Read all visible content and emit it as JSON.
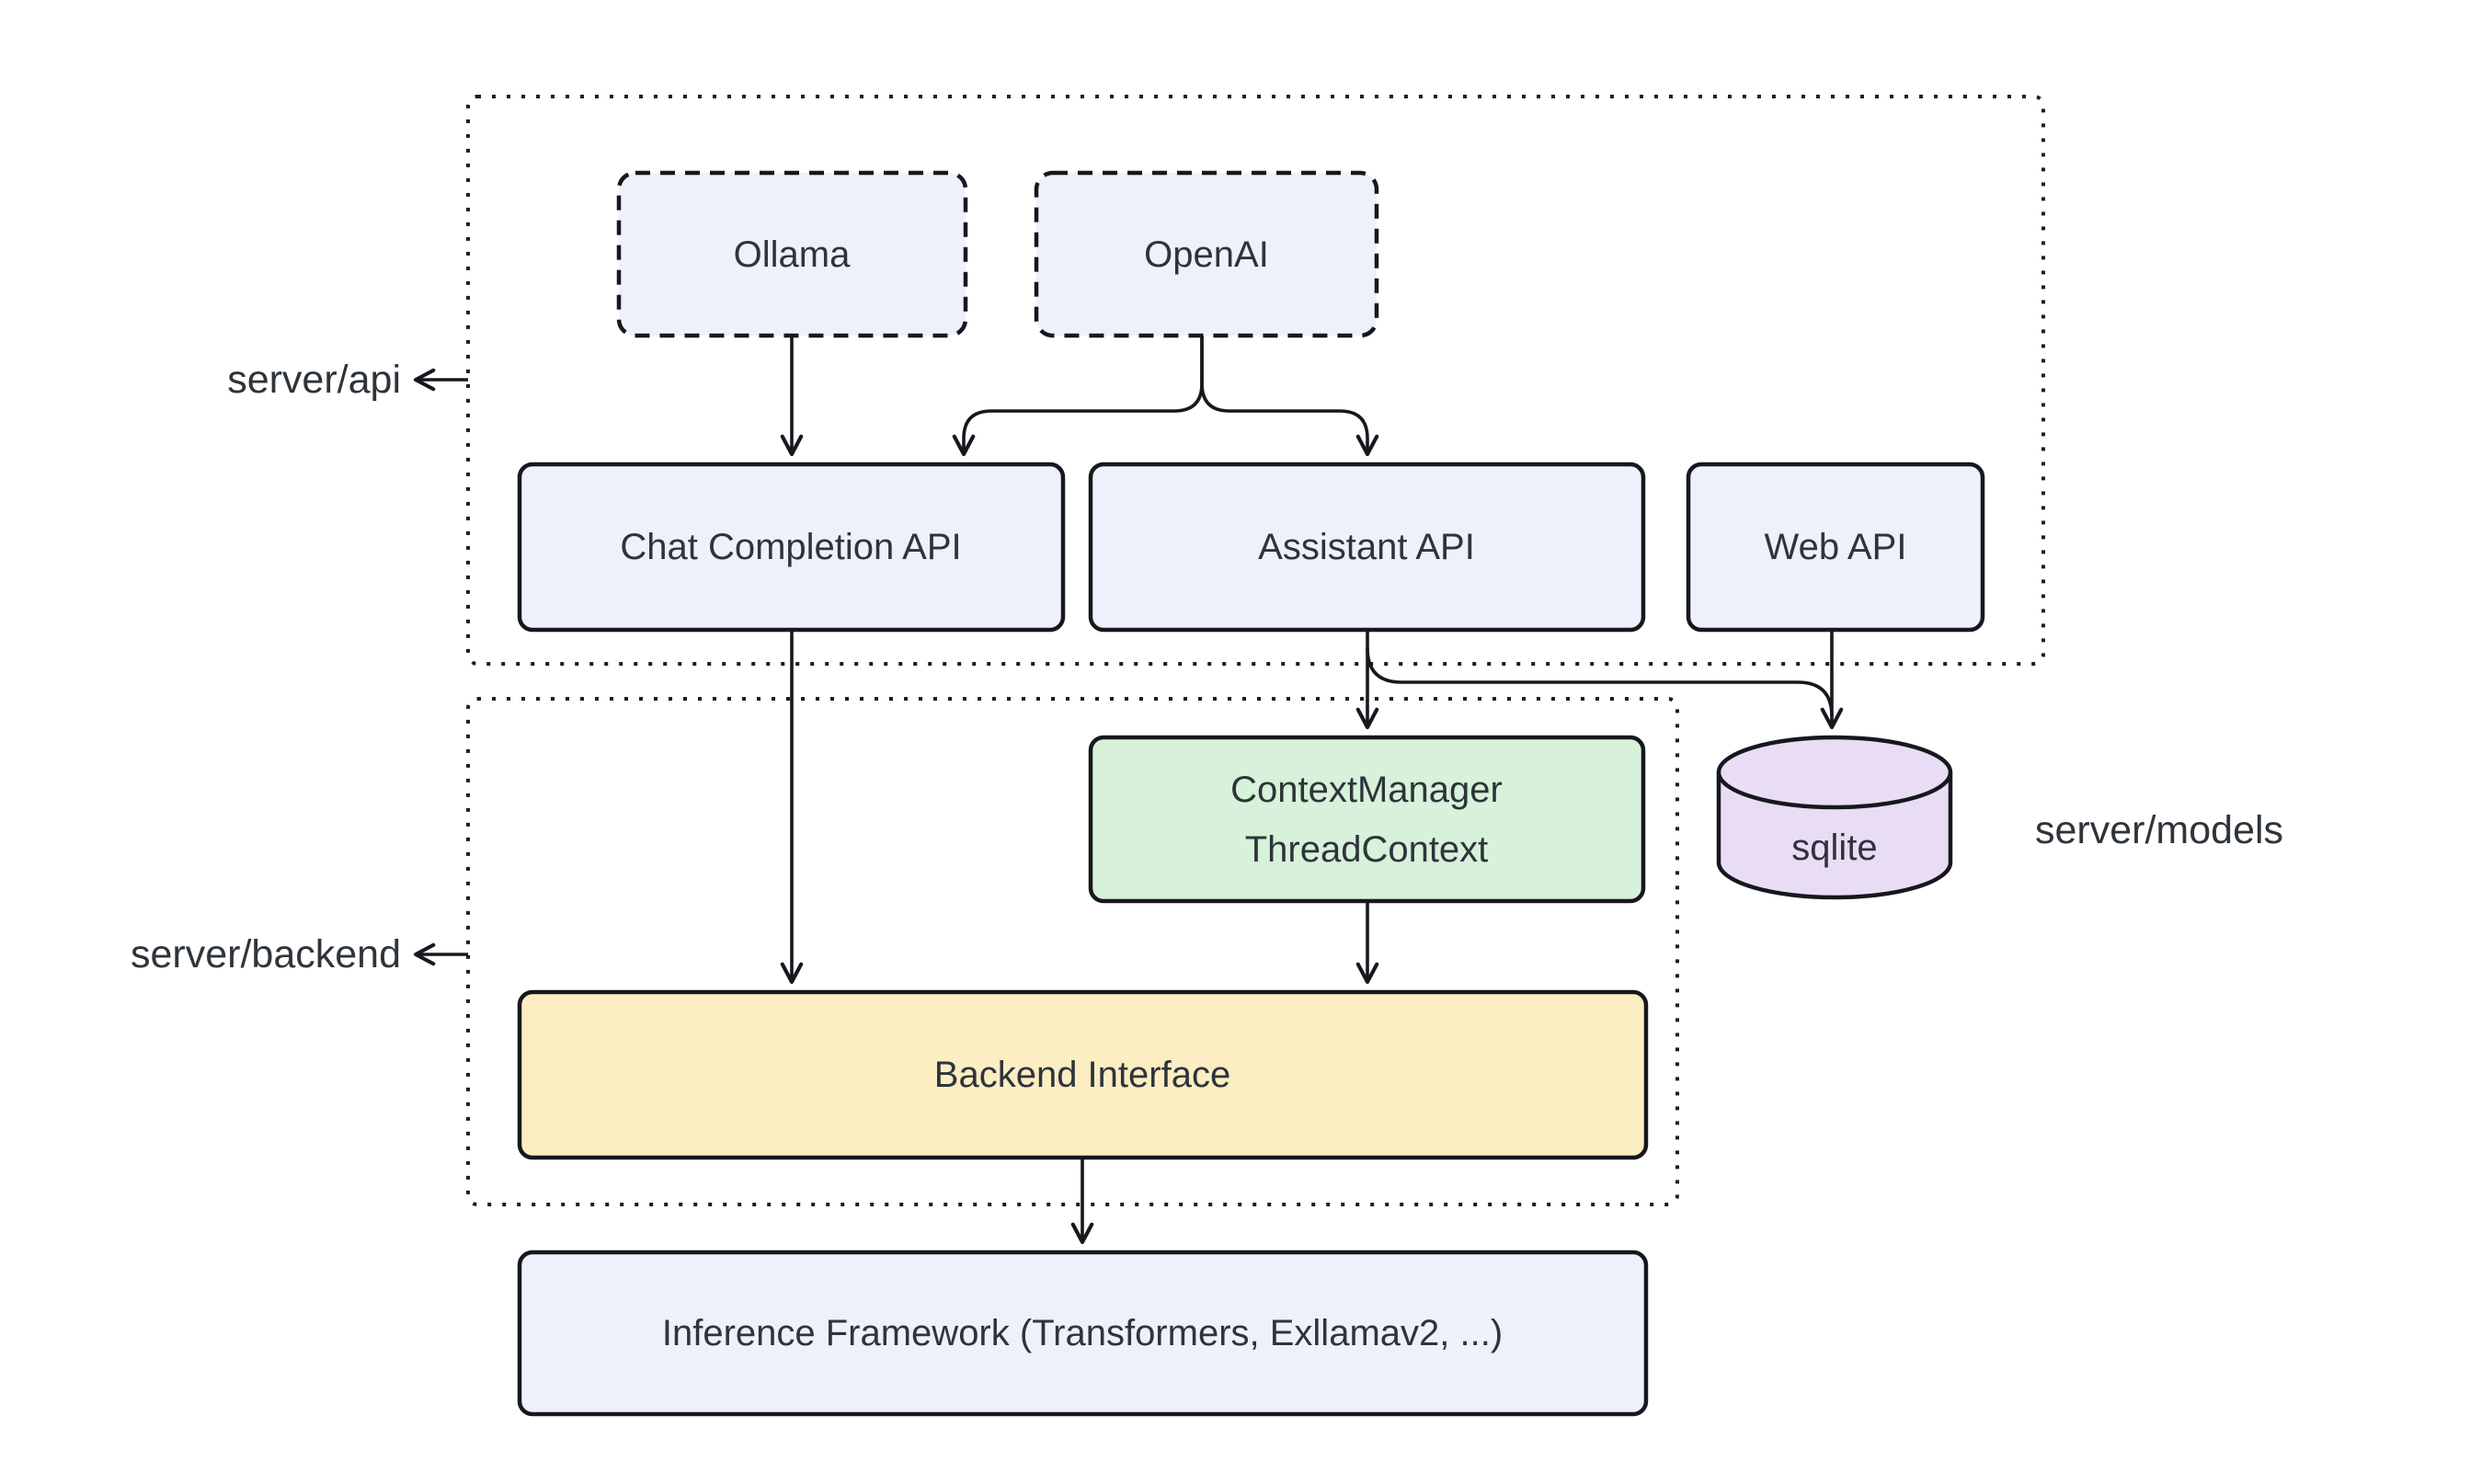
{
  "diagram": {
    "groups": {
      "api": {
        "label": "server/api"
      },
      "backend": {
        "label": "server/backend"
      },
      "models": {
        "label": "server/models"
      }
    },
    "nodes": {
      "ollama": {
        "label": "Ollama"
      },
      "openai": {
        "label": "OpenAI"
      },
      "chat_completion_api": {
        "label": "Chat Completion API"
      },
      "assistant_api": {
        "label": "Assistant API"
      },
      "web_api": {
        "label": "Web API"
      },
      "context_manager": {
        "lines": [
          "ContextManager",
          "ThreadContext"
        ]
      },
      "sqlite": {
        "label": "sqlite"
      },
      "backend_interface": {
        "label": "Backend Interface"
      },
      "inference_framework": {
        "label": "Inference Framework (Transformers, Exllamav2, ...)"
      }
    },
    "edges": [
      {
        "from": "Ollama",
        "to": "Chat Completion API"
      },
      {
        "from": "OpenAI",
        "to": "Chat Completion API"
      },
      {
        "from": "OpenAI",
        "to": "Assistant API"
      },
      {
        "from": "Chat Completion API",
        "to": "Backend Interface"
      },
      {
        "from": "Assistant API",
        "to": "ContextManager ThreadContext"
      },
      {
        "from": "Assistant API",
        "to": "sqlite"
      },
      {
        "from": "Web API",
        "to": "sqlite"
      },
      {
        "from": "ContextManager ThreadContext",
        "to": "Backend Interface"
      },
      {
        "from": "Backend Interface",
        "to": "Inference Framework (Transformers, Exllamav2, ...)"
      }
    ],
    "colors": {
      "background": "#ffffff",
      "node_fill_blue": "#edf1fb",
      "node_fill_green": "#d7f1da",
      "node_fill_yellow": "#fcedc3",
      "node_fill_purple": "#e9ddf6",
      "stroke": "#16181d",
      "text": "#2e343a"
    }
  }
}
